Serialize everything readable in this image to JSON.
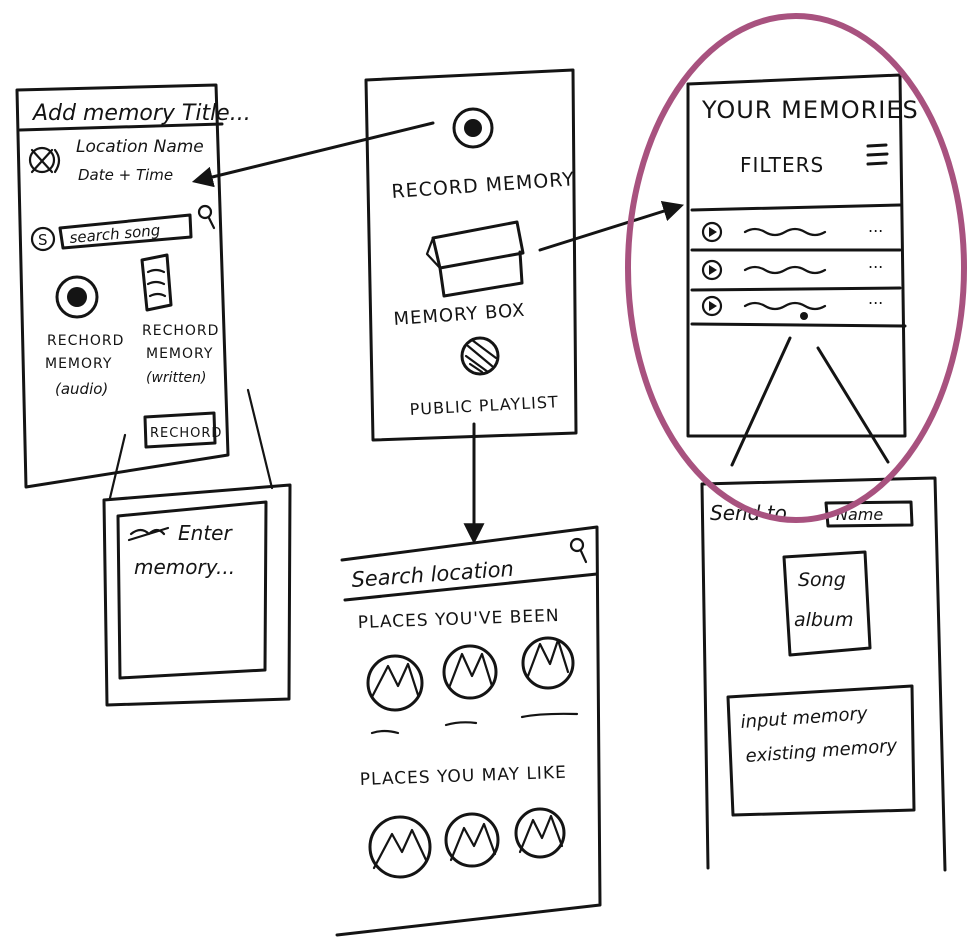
{
  "colors": {
    "ink": "#141414",
    "highlight": "#a8527f",
    "paper": "#ffffff"
  },
  "add_memory": {
    "title": "Add memory Title...",
    "location": "Location Name",
    "datetime": "Date + Time",
    "search_song": "search song",
    "record_audio_l1": "RECHORD",
    "record_audio_l2": "MEMORY",
    "record_audio_l3": "(audio)",
    "record_written_l1": "RECHORD",
    "record_written_l2": "MEMORY",
    "record_written_l3": "(written)",
    "record_button": "RECHORD",
    "icons": [
      "location-pin-icon",
      "spotify-icon",
      "search-icon",
      "record-icon",
      "document-icon"
    ]
  },
  "enter_memory": {
    "line1": "Enter",
    "line2": "memory..."
  },
  "home": {
    "record": "RECORD MEMORY",
    "memory_box": "MEMORY BOX",
    "public_playlist": "PUBLIC PLAYLIST",
    "icons": [
      "record-icon",
      "box-icon",
      "globe-icon"
    ]
  },
  "your_memories": {
    "title": "YOUR MEMORIES",
    "filters": "FILTERS",
    "rows": [
      {
        "more": "..."
      },
      {
        "more": "..."
      },
      {
        "more": "..."
      }
    ],
    "icons": [
      "hamburger-menu-icon",
      "play-icon"
    ]
  },
  "search_location": {
    "title": "Search location",
    "section1": "PLACES YOU'VE BEEN",
    "section2": "PLACES YOU MAY LIKE",
    "icons": [
      "search-icon",
      "mountain-icon"
    ]
  },
  "send": {
    "send_to": "Send to...",
    "name_field": "Name",
    "song_l1": "Song",
    "song_l2": "album",
    "input_l1": "input memory",
    "input_l2": "existing memory"
  }
}
